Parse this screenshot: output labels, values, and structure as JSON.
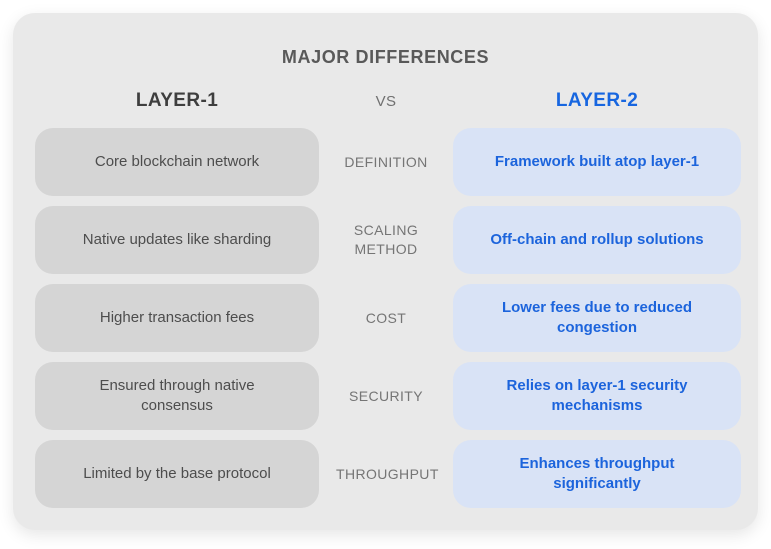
{
  "title": "MAJOR DIFFERENCES",
  "columns": {
    "left_header": "LAYER-1",
    "middle_header": "VS",
    "right_header": "LAYER-2"
  },
  "rows": [
    {
      "label": "DEFINITION",
      "layer1": "Core blockchain network",
      "layer2": "Framework built atop layer-1"
    },
    {
      "label": "SCALING METHOD",
      "layer1": "Native updates like sharding",
      "layer2": "Off-chain and rollup solutions"
    },
    {
      "label": "COST",
      "layer1": "Higher transaction fees",
      "layer2": "Lower fees due to reduced congestion"
    },
    {
      "label": "SECURITY",
      "layer1": "Ensured through native consensus",
      "layer2": "Relies on layer-1 security mechanisms"
    },
    {
      "label": "THROUGHPUT",
      "layer1": "Limited by the base protocol",
      "layer2": "Enhances throughput significantly"
    }
  ],
  "colors": {
    "card_background": "#e9e9e9",
    "layer1_pill_background": "#d5d5d5",
    "layer1_text": "#4d4d4d",
    "layer2_pill_background": "#d9e3f6",
    "layer2_text": "#1c64dc",
    "layer2_header_blue": "#1766e0",
    "title_gray": "#595959",
    "label_gray": "#757575"
  }
}
